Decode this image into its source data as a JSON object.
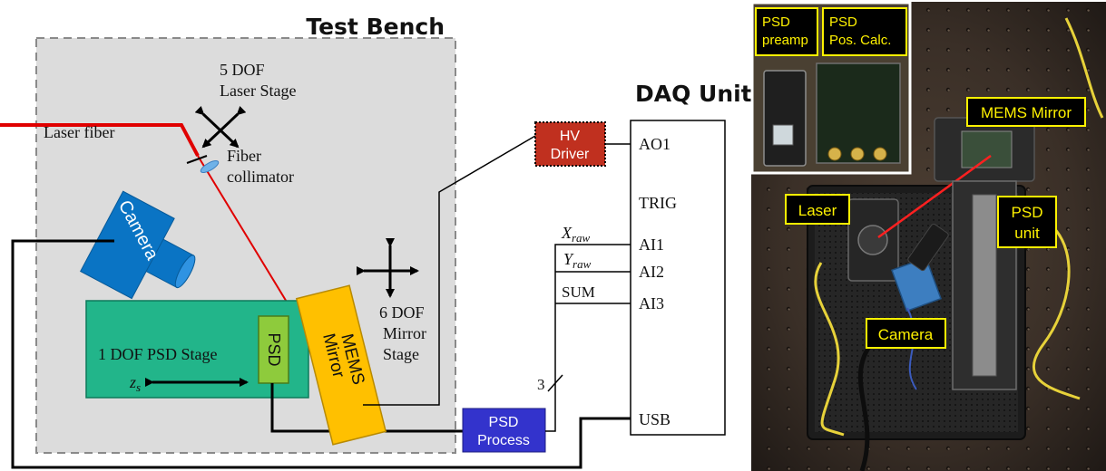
{
  "test_bench": {
    "title": "Test Bench",
    "laser_fiber": "Laser fiber",
    "laser_stage": [
      "5 DOF",
      "Laser Stage"
    ],
    "fiber_collimator": [
      "Fiber",
      "collimator"
    ],
    "camera": "Camera",
    "psd_stage_label": "1 DOF PSD Stage",
    "psd": "PSD",
    "zs_main": "z",
    "zs_sub": "s",
    "mems_mirror": [
      "MEMS",
      "Mirror"
    ],
    "mirror_stage": [
      "6 DOF",
      "Mirror",
      "Stage"
    ]
  },
  "hv_driver": [
    "HV",
    "Driver"
  ],
  "psd_process": [
    "PSD",
    "Process"
  ],
  "daq": {
    "title": "DAQ Unit",
    "ports": [
      "AO1",
      "TRIG",
      "AI1",
      "AI2",
      "AI3",
      "USB"
    ]
  },
  "signals": {
    "xraw_main": "X",
    "xraw_sub": "raw",
    "yraw_main": "Y",
    "yraw_sub": "raw",
    "sum": "SUM",
    "bus_width": "3"
  },
  "photo": {
    "labels": {
      "psd_preamp": [
        "PSD",
        "preamp"
      ],
      "psd_pos_calc": [
        "PSD",
        "Pos. Calc."
      ],
      "mems_mirror": "MEMS Mirror",
      "laser": "Laser",
      "psd_unit": [
        "PSD",
        "unit"
      ],
      "camera": "Camera"
    },
    "label_color": "#fff200"
  },
  "colors": {
    "laser_beam": "#e00000",
    "bench_fill": "#dcdcdc",
    "psd_stage_fill": "#22b58a",
    "psd_fill": "#8ecb3c",
    "mems_fill": "#ffc000",
    "hv_fill": "#c0301f",
    "psd_process_fill": "#3333cc",
    "camera_fill": "#0a74c4"
  }
}
